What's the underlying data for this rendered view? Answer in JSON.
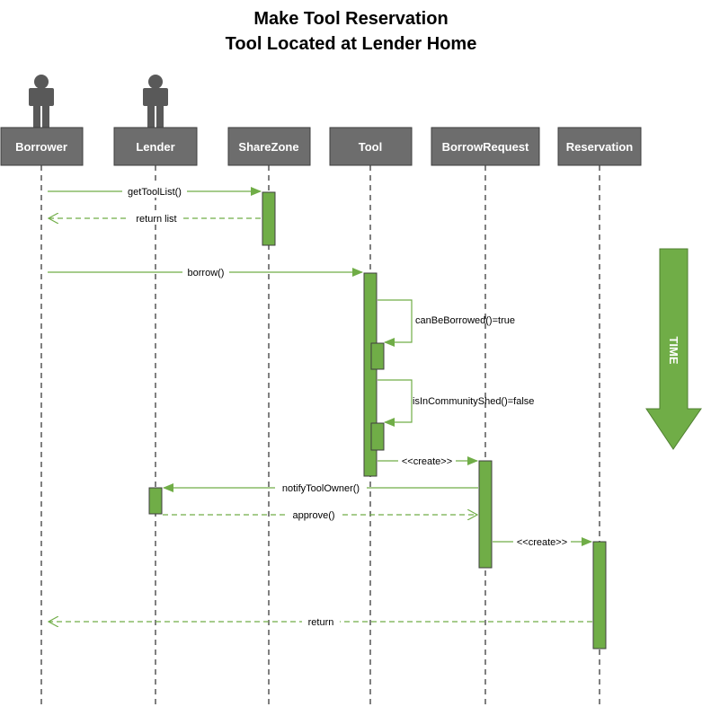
{
  "title": {
    "line1": "Make Tool Reservation",
    "line2": "Tool Located at Lender Home"
  },
  "participants": {
    "borrower": "Borrower",
    "lender": "Lender",
    "sharezone": "ShareZone",
    "tool": "Tool",
    "borrowrequest": "BorrowRequest",
    "reservation": "Reservation"
  },
  "messages": {
    "get_tool_list": "getToolList()",
    "return_list": "return list",
    "borrow": "borrow()",
    "can_be_borrowed": "canBeBorrowed()=true",
    "is_in_community_shed": "isInCommunityShed()=false",
    "create_request": "<<create>>",
    "notify_tool_owner": "notifyToolOwner()",
    "approve": "approve()",
    "create_reservation": "<<create>>",
    "return": "return"
  },
  "time_arrow_label": "TIME",
  "colors": {
    "header_fill": "#6d6d6d",
    "activation_fill": "#70ad47",
    "arrow_color": "#70ad47",
    "lifeline": "#000000"
  }
}
